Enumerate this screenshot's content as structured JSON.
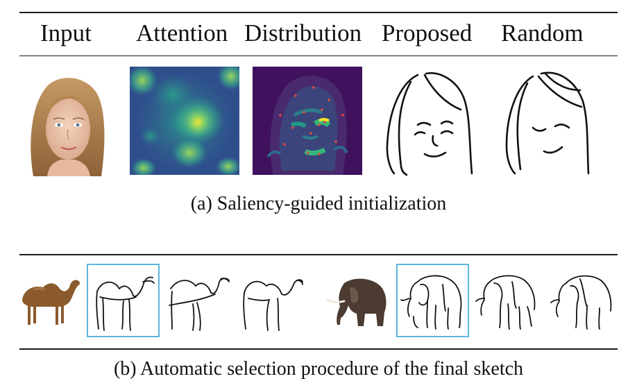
{
  "figure_a": {
    "headers": [
      "Input",
      "Attention",
      "Distribution",
      "Proposed",
      "Random"
    ],
    "caption": "(a) Saliency-guided initialization"
  },
  "figure_b": {
    "caption": "(b) Automatic selection procedure of the final sketch"
  },
  "colors": {
    "rule": "#1a1a1a",
    "selection_box": "#5cb4de",
    "attention_dark": "#2f4f8c",
    "attention_bright": "#f2e33a",
    "distribution_bg": "#40115c"
  }
}
